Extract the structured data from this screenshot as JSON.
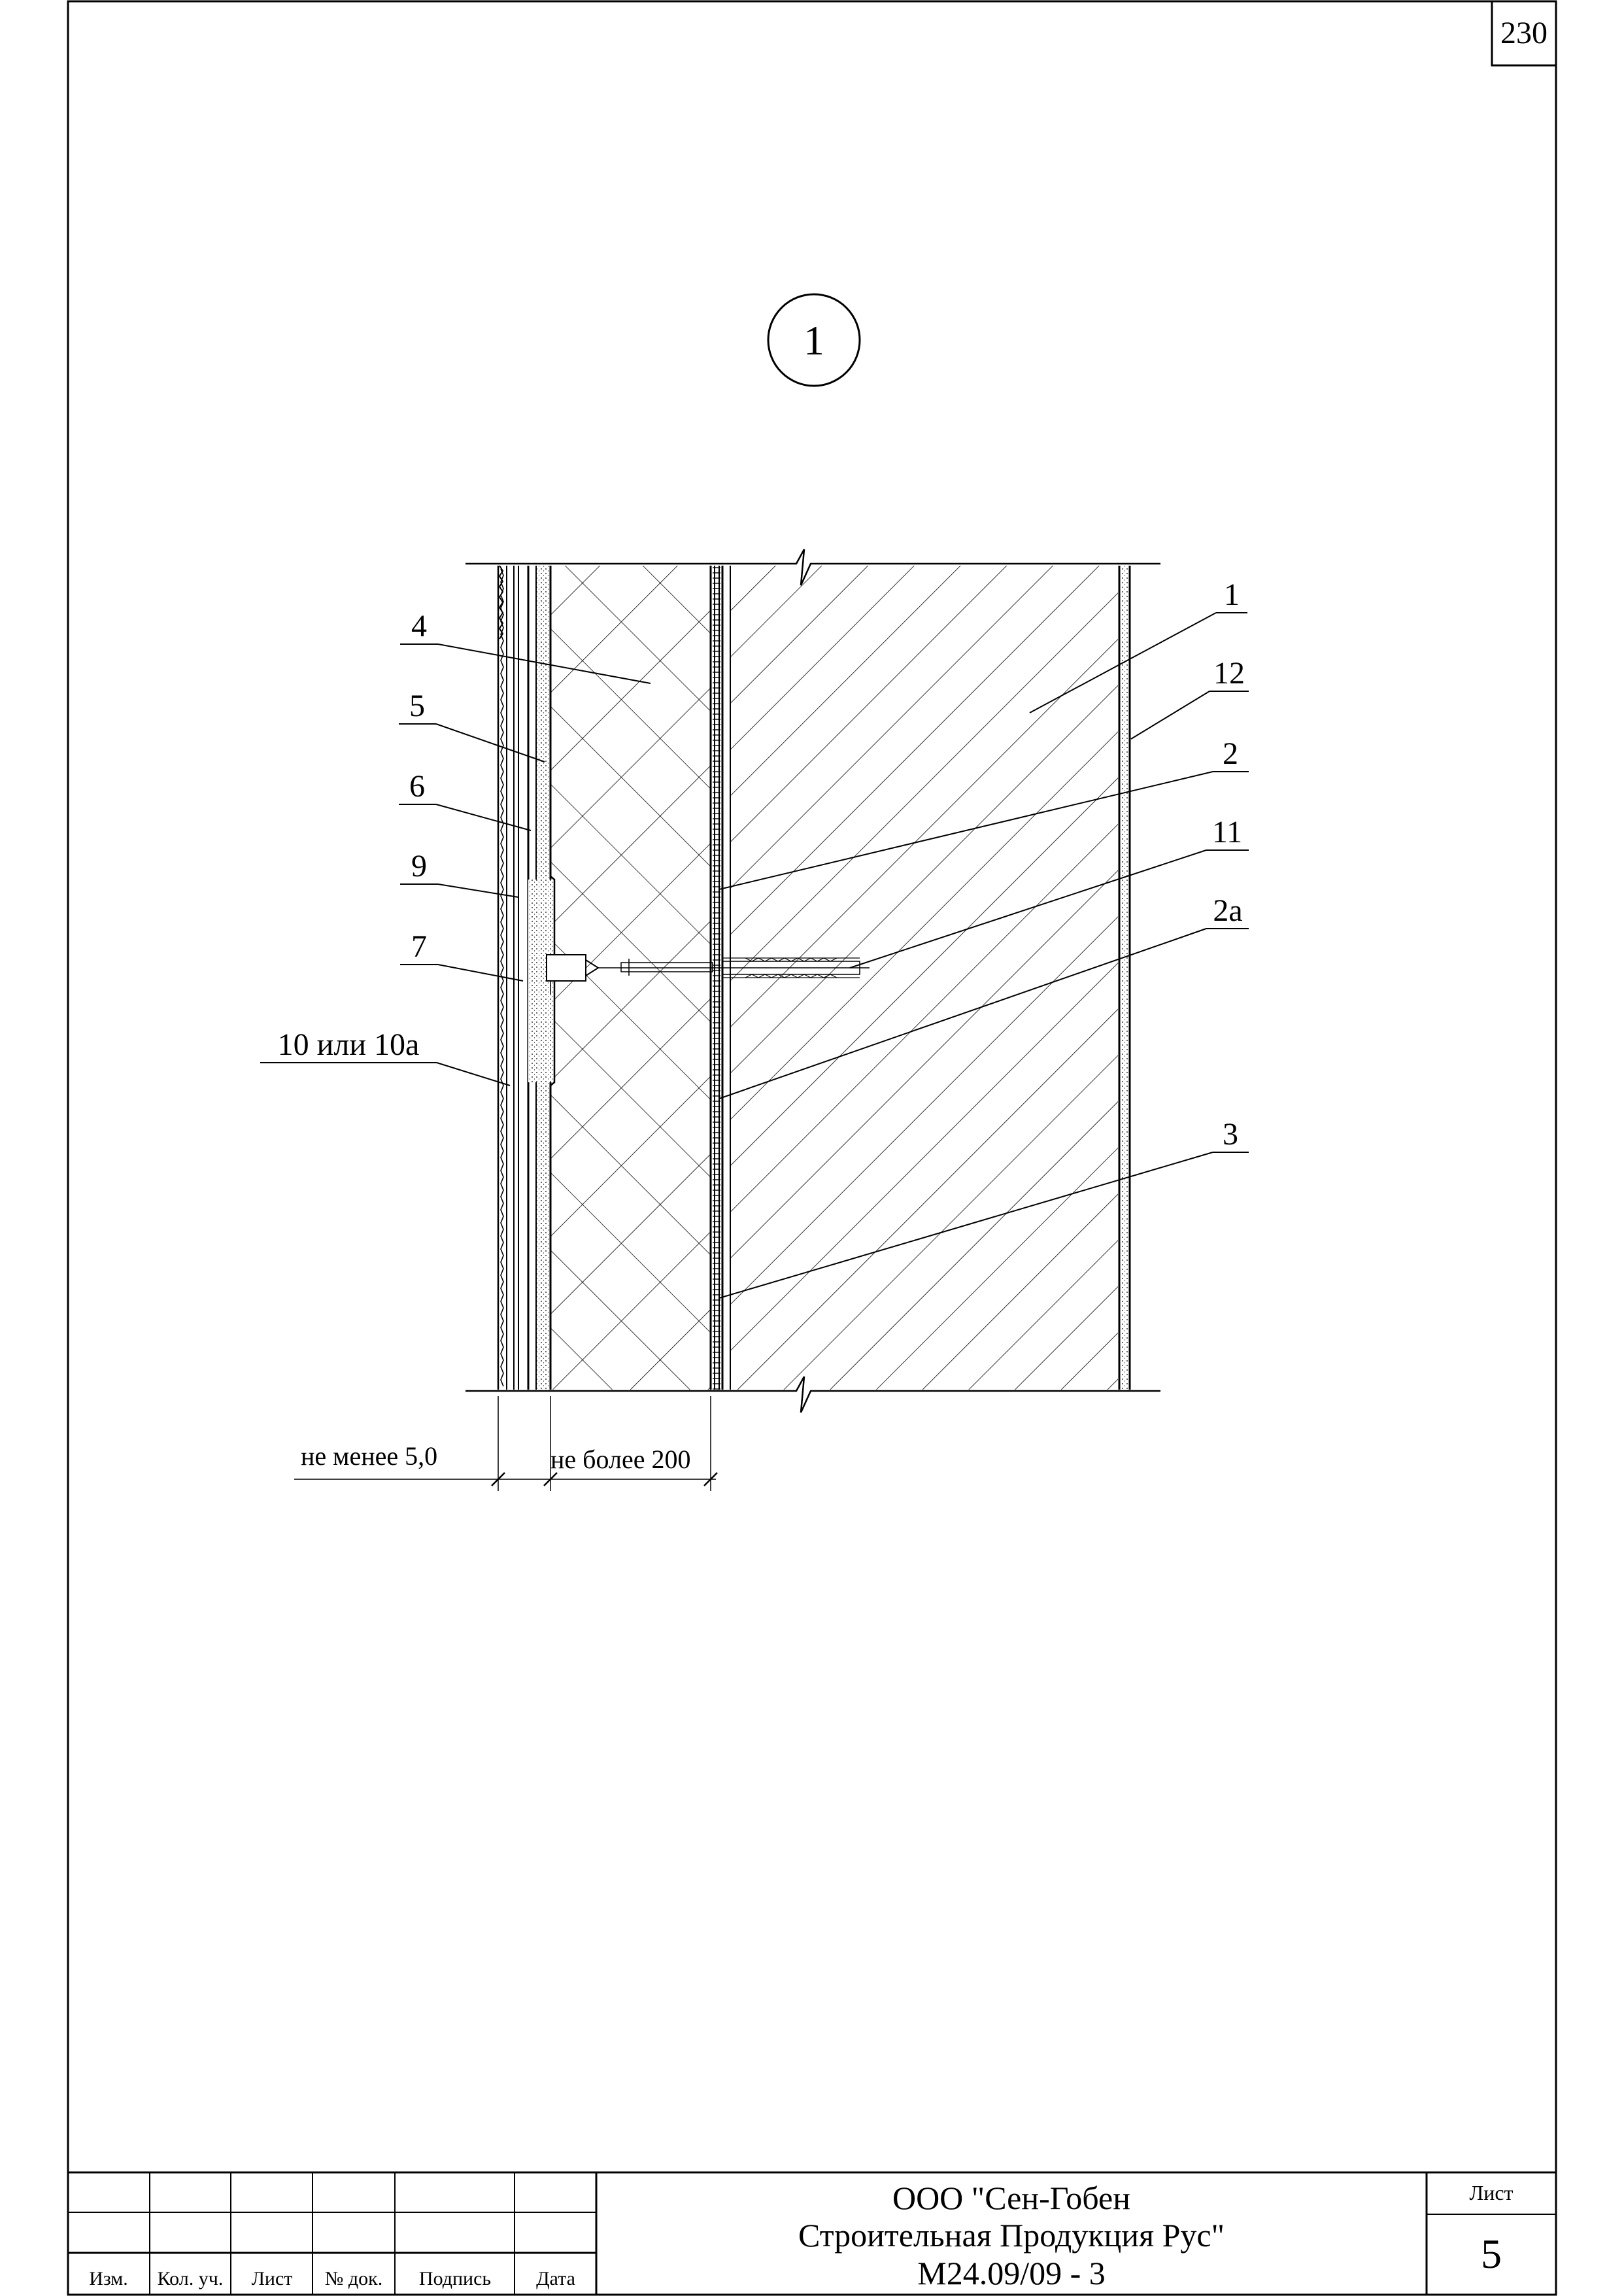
{
  "sheet": {
    "page_number": "230",
    "detail_marker": "1"
  },
  "callouts": {
    "c1": "1",
    "c12": "12",
    "c2": "2",
    "c11": "11",
    "c2a": "2а",
    "c3": "3",
    "c4": "4",
    "c5": "5",
    "c6": "6",
    "c9": "9",
    "c7": "7",
    "c10": "10 или 10а"
  },
  "dimensions": {
    "min_thickness": "не менее 5,0",
    "max_thickness": "не более 200"
  },
  "title_block": {
    "headers": {
      "izm": "Изм.",
      "kol_uch": "Кол. уч.",
      "list": "Лист",
      "doc_no": "№ док.",
      "signature": "Подпись",
      "date": "Дата"
    },
    "company_line1": "ООО \"Сен-Гобен",
    "company_line2": "Строительная Продукция Рус\"",
    "document_code": "М24.09/09 - 3",
    "sheet_label": "Лист",
    "sheet_number": "5"
  }
}
